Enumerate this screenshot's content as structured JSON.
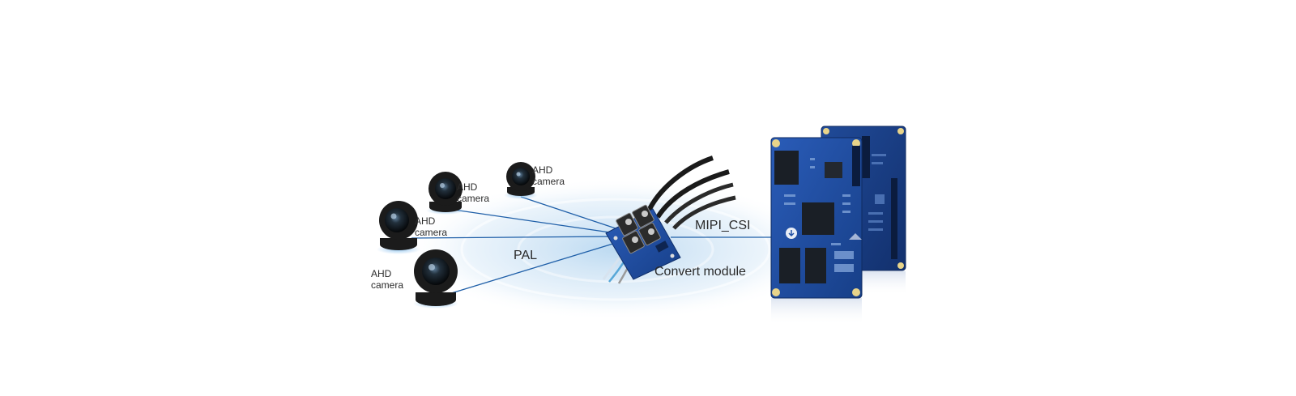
{
  "cameras": [
    {
      "line1": "AHD",
      "line2": "camera"
    },
    {
      "line1": "AHD",
      "line2": "camera"
    },
    {
      "line1": "AHD",
      "line2": "camera"
    },
    {
      "line1": "AHD",
      "line2": "camera"
    }
  ],
  "labels": {
    "signal": "PAL",
    "module": "Convert module",
    "interface": "MIPI_CSI"
  },
  "colors": {
    "link_line": "#1f5fa8",
    "halo": "#cfe4f5",
    "pcb": "#1f4fa3",
    "pcb_dark": "#163a7c",
    "camera_body": "#1b1b1b",
    "camera_glow": "#8fc3ee"
  }
}
